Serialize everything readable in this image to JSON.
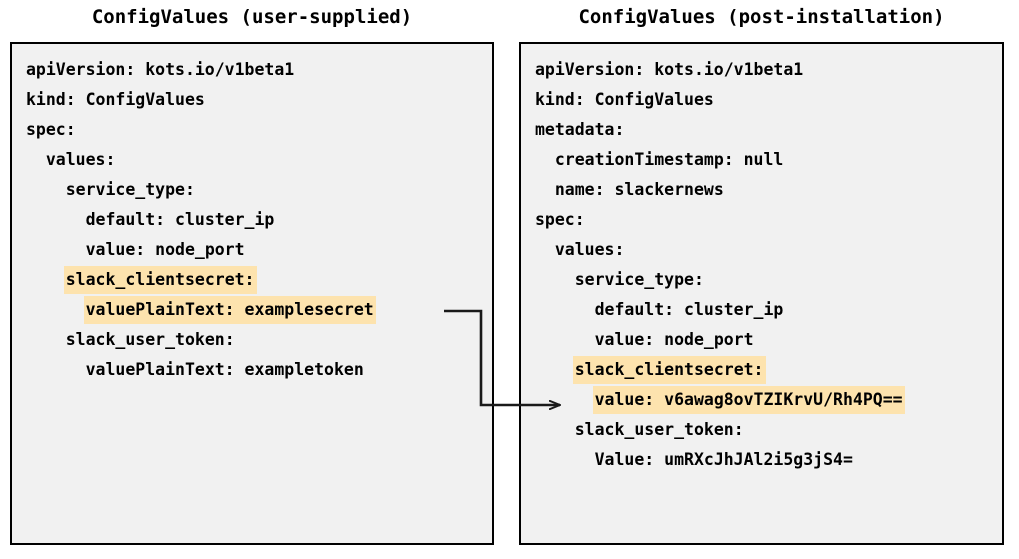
{
  "diagram": {
    "type": "two-panel-comparison",
    "background_color": "#ffffff",
    "panel_fill_color": "#f1f1f1",
    "panel_border_color": "#000000",
    "highlight_color": "#fde3ae",
    "connector_color": "#1a1a1a",
    "connector_description": "arrow from highlighted valuePlainText line in left panel to highlighted value line in right panel"
  },
  "panels": {
    "left": {
      "title": "ConfigValues (user-supplied)",
      "lines": [
        {
          "text": "apiVersion: kots.io/v1beta1",
          "highlight": false
        },
        {
          "text": "kind: ConfigValues",
          "highlight": false
        },
        {
          "text": "spec:",
          "highlight": false
        },
        {
          "text": "  values:",
          "highlight": false
        },
        {
          "text": "    service_type:",
          "highlight": false
        },
        {
          "text": "      default: cluster_ip",
          "highlight": false
        },
        {
          "text": "      value: node_port",
          "highlight": false
        },
        {
          "text": "    slack_clientsecret:",
          "highlight": true
        },
        {
          "text": "      valuePlainText: examplesecret",
          "highlight": true
        },
        {
          "text": "    slack_user_token:",
          "highlight": false
        },
        {
          "text": "      valuePlainText: exampletoken",
          "highlight": false
        }
      ]
    },
    "right": {
      "title": "ConfigValues (post-installation)",
      "lines": [
        {
          "text": "apiVersion: kots.io/v1beta1",
          "highlight": false
        },
        {
          "text": "kind: ConfigValues",
          "highlight": false
        },
        {
          "text": "metadata:",
          "highlight": false
        },
        {
          "text": "  creationTimestamp: null",
          "highlight": false
        },
        {
          "text": "  name: slackernews",
          "highlight": false
        },
        {
          "text": "spec:",
          "highlight": false
        },
        {
          "text": "  values:",
          "highlight": false
        },
        {
          "text": "    service_type:",
          "highlight": false
        },
        {
          "text": "      default: cluster_ip",
          "highlight": false
        },
        {
          "text": "      value: node_port",
          "highlight": false
        },
        {
          "text": "    slack_clientsecret:",
          "highlight": true
        },
        {
          "text": "      value: v6awag8ovTZIKrvU/Rh4PQ==",
          "highlight": true
        },
        {
          "text": "    slack_user_token:",
          "highlight": false
        },
        {
          "text": "      Value: umRXcJhJAl2i5g3jS4=",
          "highlight": false
        }
      ]
    }
  }
}
